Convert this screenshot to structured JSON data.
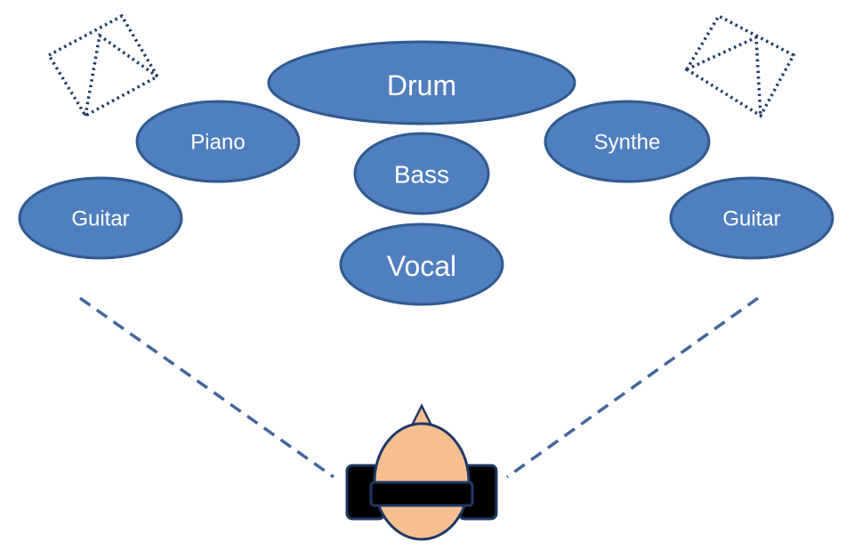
{
  "colors": {
    "instrument_fill": "#4f7fbf",
    "instrument_stroke": "#2f5a8f",
    "label_text": "#ffffff",
    "speaker_outline": "#1f3864",
    "sightline": "#41669c",
    "head_skin": "#f7bf90",
    "head_outline": "#1f3864",
    "headphones": "#000000"
  },
  "instruments": {
    "drum": "Drum",
    "piano": "Piano",
    "synthe": "Synthe",
    "bass": "Bass",
    "guitar_left": "Guitar",
    "guitar_right": "Guitar",
    "vocal": "Vocal"
  },
  "icons": {
    "left_speaker": "speaker-icon",
    "right_speaker": "speaker-icon",
    "listener": "listener-head-with-headphones-icon"
  }
}
